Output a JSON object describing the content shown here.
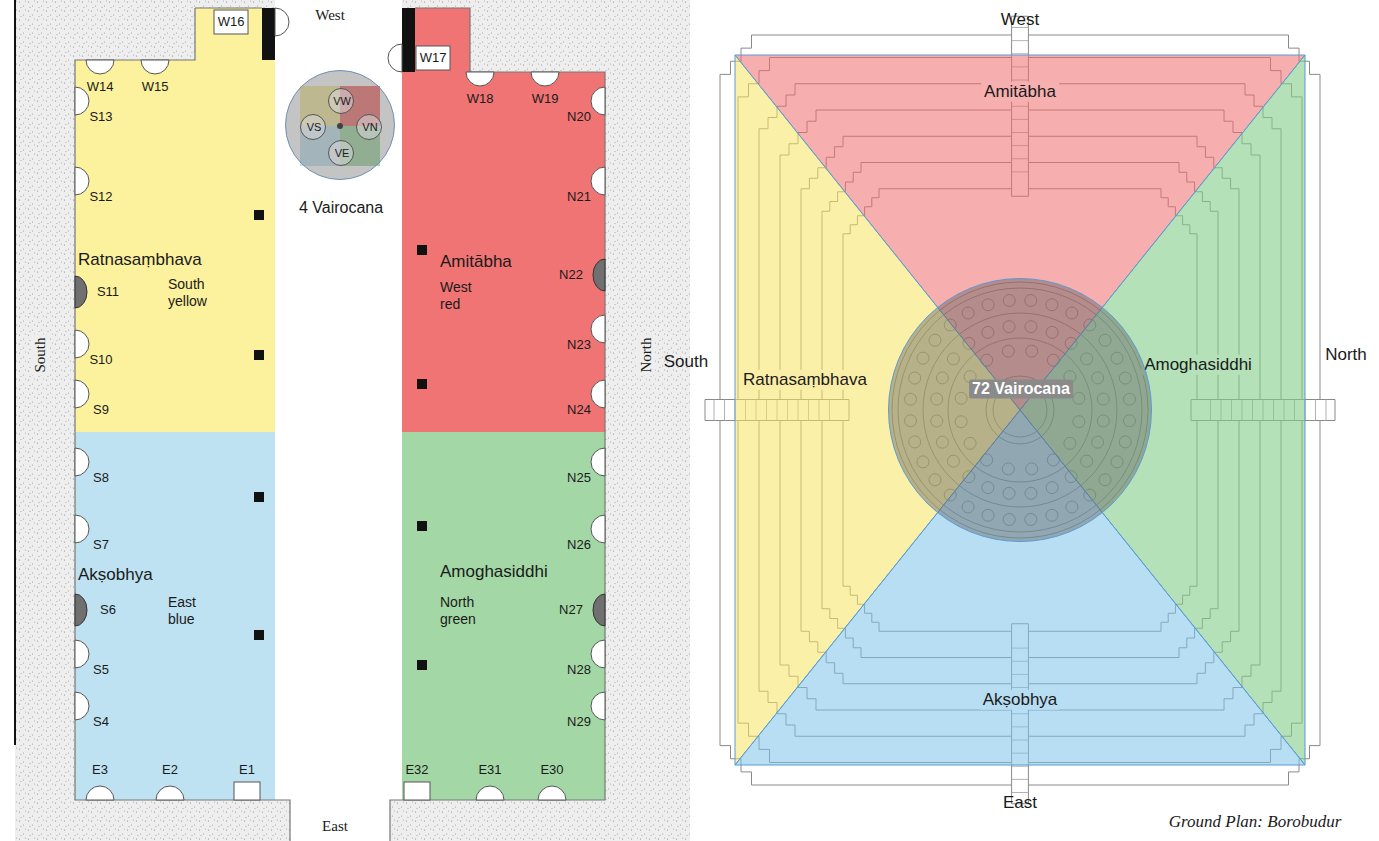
{
  "diagram": {
    "caption": "Ground Plan: Borobudur",
    "nodes": [
      {
        "text": [
          "Ratnasaṃbhava",
          "South yellow"
        ]
      },
      {
        "text": [
          "4 Vairocana"
        ]
      },
      {
        "text": [
          "VW"
        ],
        "in": 1
      },
      {
        "text": [
          "VS"
        ],
        "in": 1
      },
      {
        "text": [
          "VN"
        ],
        "in": 1
      },
      {
        "text": [
          "VE"
        ],
        "in": 1
      },
      {
        "text": [
          "Amitābha",
          "West red"
        ]
      },
      {
        "text": [
          "Akṣobhya",
          "East blue"
        ]
      },
      {
        "text": [
          "Amoghasiddhi",
          "North green"
        ]
      },
      {
        "text": [
          "Amitābha"
        ]
      },
      {
        "text": [
          "Ratnasaṃbhava"
        ]
      },
      {
        "text": [
          "Amoghasiddhi"
        ]
      },
      {
        "text": [
          "72 Vairocana"
        ]
      },
      {
        "text": [
          "Akṣobhya"
        ]
      }
    ],
    "labels": [
      "West",
      "W16",
      "W17",
      "W14",
      "W15",
      "W18",
      "W19",
      "S13",
      "N20",
      "S12",
      "N21",
      "S11",
      "N22",
      "S10",
      "N23",
      "S9",
      "N24",
      "South",
      "North",
      "S8",
      "N25",
      "S7",
      "N26",
      "S6",
      "N27",
      "S5",
      "N28",
      "S4",
      "N29",
      "E3",
      "E2",
      "E1",
      "E32",
      "E31",
      "E30",
      "East",
      "West",
      "South",
      "North",
      "East"
    ]
  }
}
